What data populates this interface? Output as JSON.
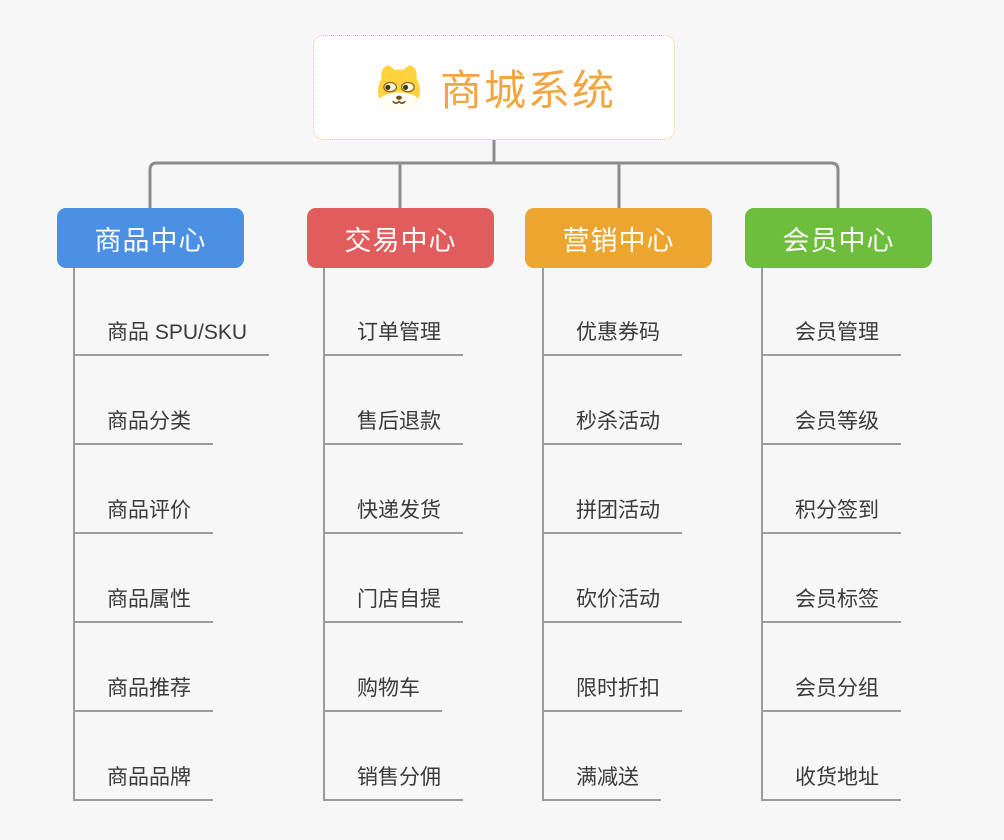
{
  "root": {
    "title": "商城系统",
    "icon": "dog-face-icon"
  },
  "branches": [
    {
      "label": "商品中心",
      "color": "#4B90E2",
      "items": [
        "商品 SPU/SKU",
        "商品分类",
        "商品评价",
        "商品属性",
        "商品推荐",
        "商品品牌"
      ]
    },
    {
      "label": "交易中心",
      "color": "#E15C5C",
      "items": [
        "订单管理",
        "售后退款",
        "快递发货",
        "门店自提",
        "购物车",
        "销售分佣"
      ]
    },
    {
      "label": "营销中心",
      "color": "#ECA62F",
      "items": [
        "优惠券码",
        "秒杀活动",
        "拼团活动",
        "砍价活动",
        "限时折扣",
        "满减送"
      ]
    },
    {
      "label": "会员中心",
      "color": "#6EBD3C",
      "items": [
        "会员管理",
        "会员等级",
        "积分签到",
        "会员标签",
        "会员分组",
        "收货地址"
      ]
    }
  ],
  "colors": {
    "background": "#F7F7F7",
    "root_accent": "#F0A643",
    "root_border": "#F2BE77",
    "connector": "#8C8C8C",
    "leaf_line": "#9B9B9B",
    "leaf_text": "#3A3A3A",
    "branch_blue": "#4B90E2",
    "branch_red": "#E15C5C",
    "branch_orange": "#ECA62F",
    "branch_green": "#6EBD3C"
  }
}
